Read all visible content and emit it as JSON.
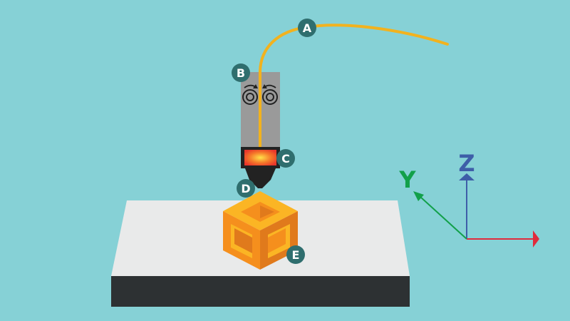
{
  "diagram": {
    "colors": {
      "background": "#86d1d6",
      "filament": "#f2b21e",
      "extruder_body": "#9a9a9a",
      "heater": "#e8362b",
      "nozzle": "#222222",
      "bed_top": "#e9eaea",
      "bed_side": "#2d3133",
      "cube_top": "#fbb524",
      "cube_left": "#f58f1d",
      "cube_right": "#e07a1c",
      "label_fill": "#2f6e6e",
      "label_text": "#ffffff",
      "axis_x": "#e02b3c",
      "axis_y": "#12a04a",
      "axis_z": "#3e5ea8"
    },
    "labels": [
      {
        "id": "A",
        "text": "A",
        "part": "filament"
      },
      {
        "id": "B",
        "text": "B",
        "part": "extruder-feeder"
      },
      {
        "id": "C",
        "text": "C",
        "part": "heater"
      },
      {
        "id": "D",
        "text": "D",
        "part": "nozzle"
      },
      {
        "id": "E",
        "text": "E",
        "part": "printed-object"
      }
    ],
    "axes": {
      "x": "",
      "y": "Y",
      "z": "Z"
    }
  }
}
